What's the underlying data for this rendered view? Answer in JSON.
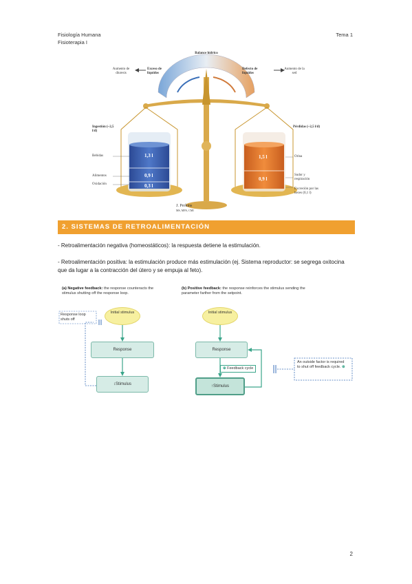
{
  "header": {
    "subject": "Fisiología Humana",
    "degree": "Fisioterapia I",
    "topic": "Tema 1"
  },
  "balance_figure": {
    "title": "Balance hídrico",
    "left_arrow_label": "Aumento de diuresis",
    "excess_label": "Exceso de líquidos",
    "deficit_label": "Defecto de líquidos",
    "right_arrow_label": "Aumento de la sed",
    "ingestion_label": "Ingestión (~2,5 l/d)",
    "losses_label": "Pérdidas (~2,5 l/d)",
    "left_items": [
      "Bebidas",
      "Alimentos",
      "Oxidación"
    ],
    "left_volumes": [
      "1,3 l",
      "0,9 l",
      "0,3 l"
    ],
    "right_items": [
      "Orina",
      "Sudor y respiración",
      "Excreción por las heces (0,1 l)"
    ],
    "right_volumes": [
      "1,5 l",
      "0,9 l"
    ],
    "credit": "J. Perkins",
    "credit_sub": "MS, MFA, CMI",
    "colors": {
      "left_liquid": "#3a5fb0",
      "right_liquid": "#e07a2e",
      "brass": "#d9a94a"
    }
  },
  "section": {
    "title": "2. SISTEMAS DE RETROALIMENTACIÓN",
    "color": "#f0a030"
  },
  "paragraphs": [
    "- Retroalimentación negativa (homeostáticos): la respuesta detiene la estimulación.",
    "- Retroalimentación positiva: la estimulación produce más estimulación (ej. Sistema reproductor: se segrega oxitocina que da lugar a la contracción del útero y se empuja al feto)."
  ],
  "feedback_figure": {
    "neg": {
      "caption_bold": "(a) Negative feedback:",
      "caption_rest": "the response counteracts the stimulus shutting off the response loop.",
      "loop_label": "Response loop shuts off",
      "initial": "Initial stimulus",
      "response": "Response",
      "stimulus": "Stimulus"
    },
    "pos": {
      "caption_bold": "(b) Positive feedback:",
      "caption_rest": "the response reinforces the stimulus sending the parameter farther from the setpoint.",
      "initial": "Initial stimulus",
      "response": "Response",
      "stimulus": "Stimulus",
      "cycle": "Feedback cycle",
      "outside": "An outside factor is required to shut off feedback cycle."
    }
  },
  "page_number": "2"
}
